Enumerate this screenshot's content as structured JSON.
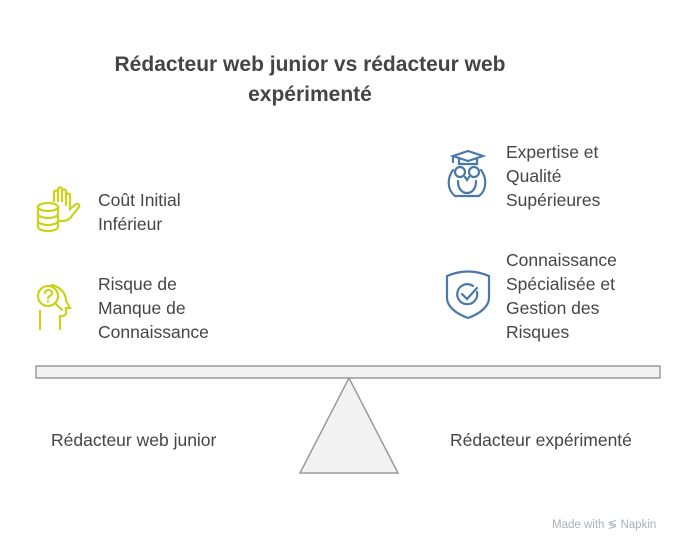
{
  "title": [
    "Rédacteur web junior vs rédacteur web",
    "expérimenté"
  ],
  "left": {
    "items": [
      [
        "Coût Initial",
        "Inférieur"
      ],
      [
        "Risque de",
        "Manque de",
        "Connaissance"
      ]
    ],
    "label": "Rédacteur web junior",
    "color": "#c8d31a"
  },
  "right": {
    "items": [
      [
        "Expertise et",
        "Qualité",
        "Supérieures"
      ],
      [
        "Connaissance",
        "Spécialisée et",
        "Gestion des",
        "Risques"
      ]
    ],
    "label": "Rédacteur expérimenté",
    "color": "#4a78a8"
  },
  "watermark": {
    "prefix": "Made with",
    "brand": "Napkin"
  }
}
